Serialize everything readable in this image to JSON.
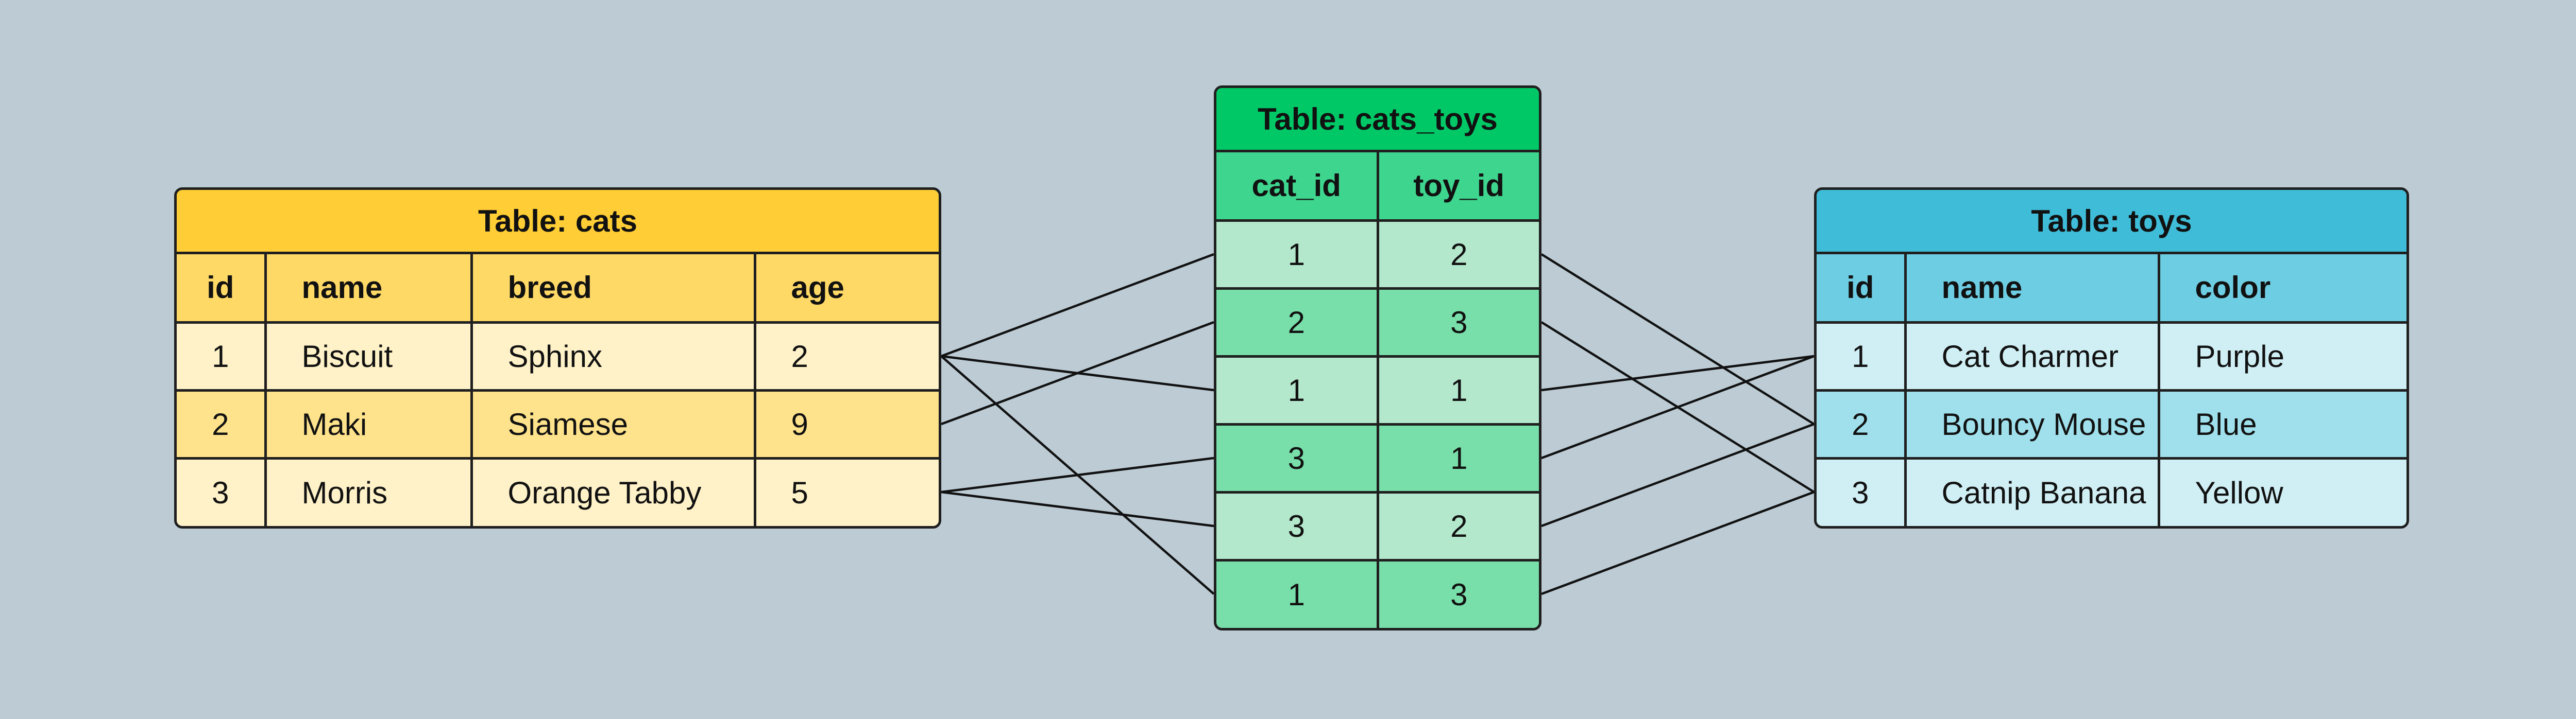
{
  "colors": {
    "background": "#bccbd4",
    "cats_title": "#ffcd35",
    "cats_toys_title": "#00c866",
    "toys_title": "#3fbcd8"
  },
  "cats": {
    "title": "Table: cats",
    "columns": [
      "id",
      "name",
      "breed",
      "age"
    ],
    "rows": [
      [
        "1",
        "Biscuit",
        "Sphinx",
        "2"
      ],
      [
        "2",
        "Maki",
        "Siamese",
        "9"
      ],
      [
        "3",
        "Morris",
        "Orange Tabby",
        "5"
      ]
    ]
  },
  "cats_toys": {
    "title": "Table: cats_toys",
    "columns": [
      "cat_id",
      "toy_id"
    ],
    "rows": [
      [
        "1",
        "2"
      ],
      [
        "2",
        "3"
      ],
      [
        "1",
        "1"
      ],
      [
        "3",
        "1"
      ],
      [
        "3",
        "2"
      ],
      [
        "1",
        "3"
      ]
    ]
  },
  "toys": {
    "title": "Table: toys",
    "columns": [
      "id",
      "name",
      "color"
    ],
    "rows": [
      [
        "1",
        "Cat Charmer",
        "Purple"
      ],
      [
        "2",
        "Bouncy Mouse",
        "Blue"
      ],
      [
        "3",
        "Catnip Banana",
        "Yellow"
      ]
    ]
  }
}
